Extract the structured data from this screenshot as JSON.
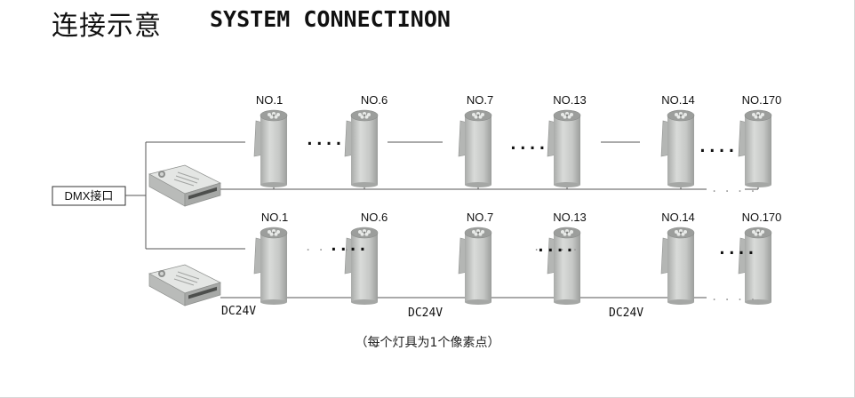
{
  "title_cn": "连接示意",
  "title_en": "SYSTEM CONNECTINON",
  "dmx_label": "DMX接口",
  "rows": [
    {
      "lamps": [
        "NO.1",
        "NO.6",
        "NO.7",
        "NO.13",
        "NO.14",
        "NO.170"
      ]
    },
    {
      "lamps": [
        "NO.1",
        "NO.6",
        "NO.7",
        "NO.13",
        "NO.14",
        "NO.170"
      ],
      "power_labels": [
        "DC24V",
        "DC24V",
        "DC24V"
      ]
    }
  ],
  "ellipsis": "....",
  "ellipsis_small": ". . . .",
  "note": "（每个灯具为1个像素点）",
  "colors": {
    "line": "#555555",
    "lamp_body": "#c9cbc9",
    "lamp_shade": "#9ea09e",
    "psu": "#b8bab8"
  }
}
